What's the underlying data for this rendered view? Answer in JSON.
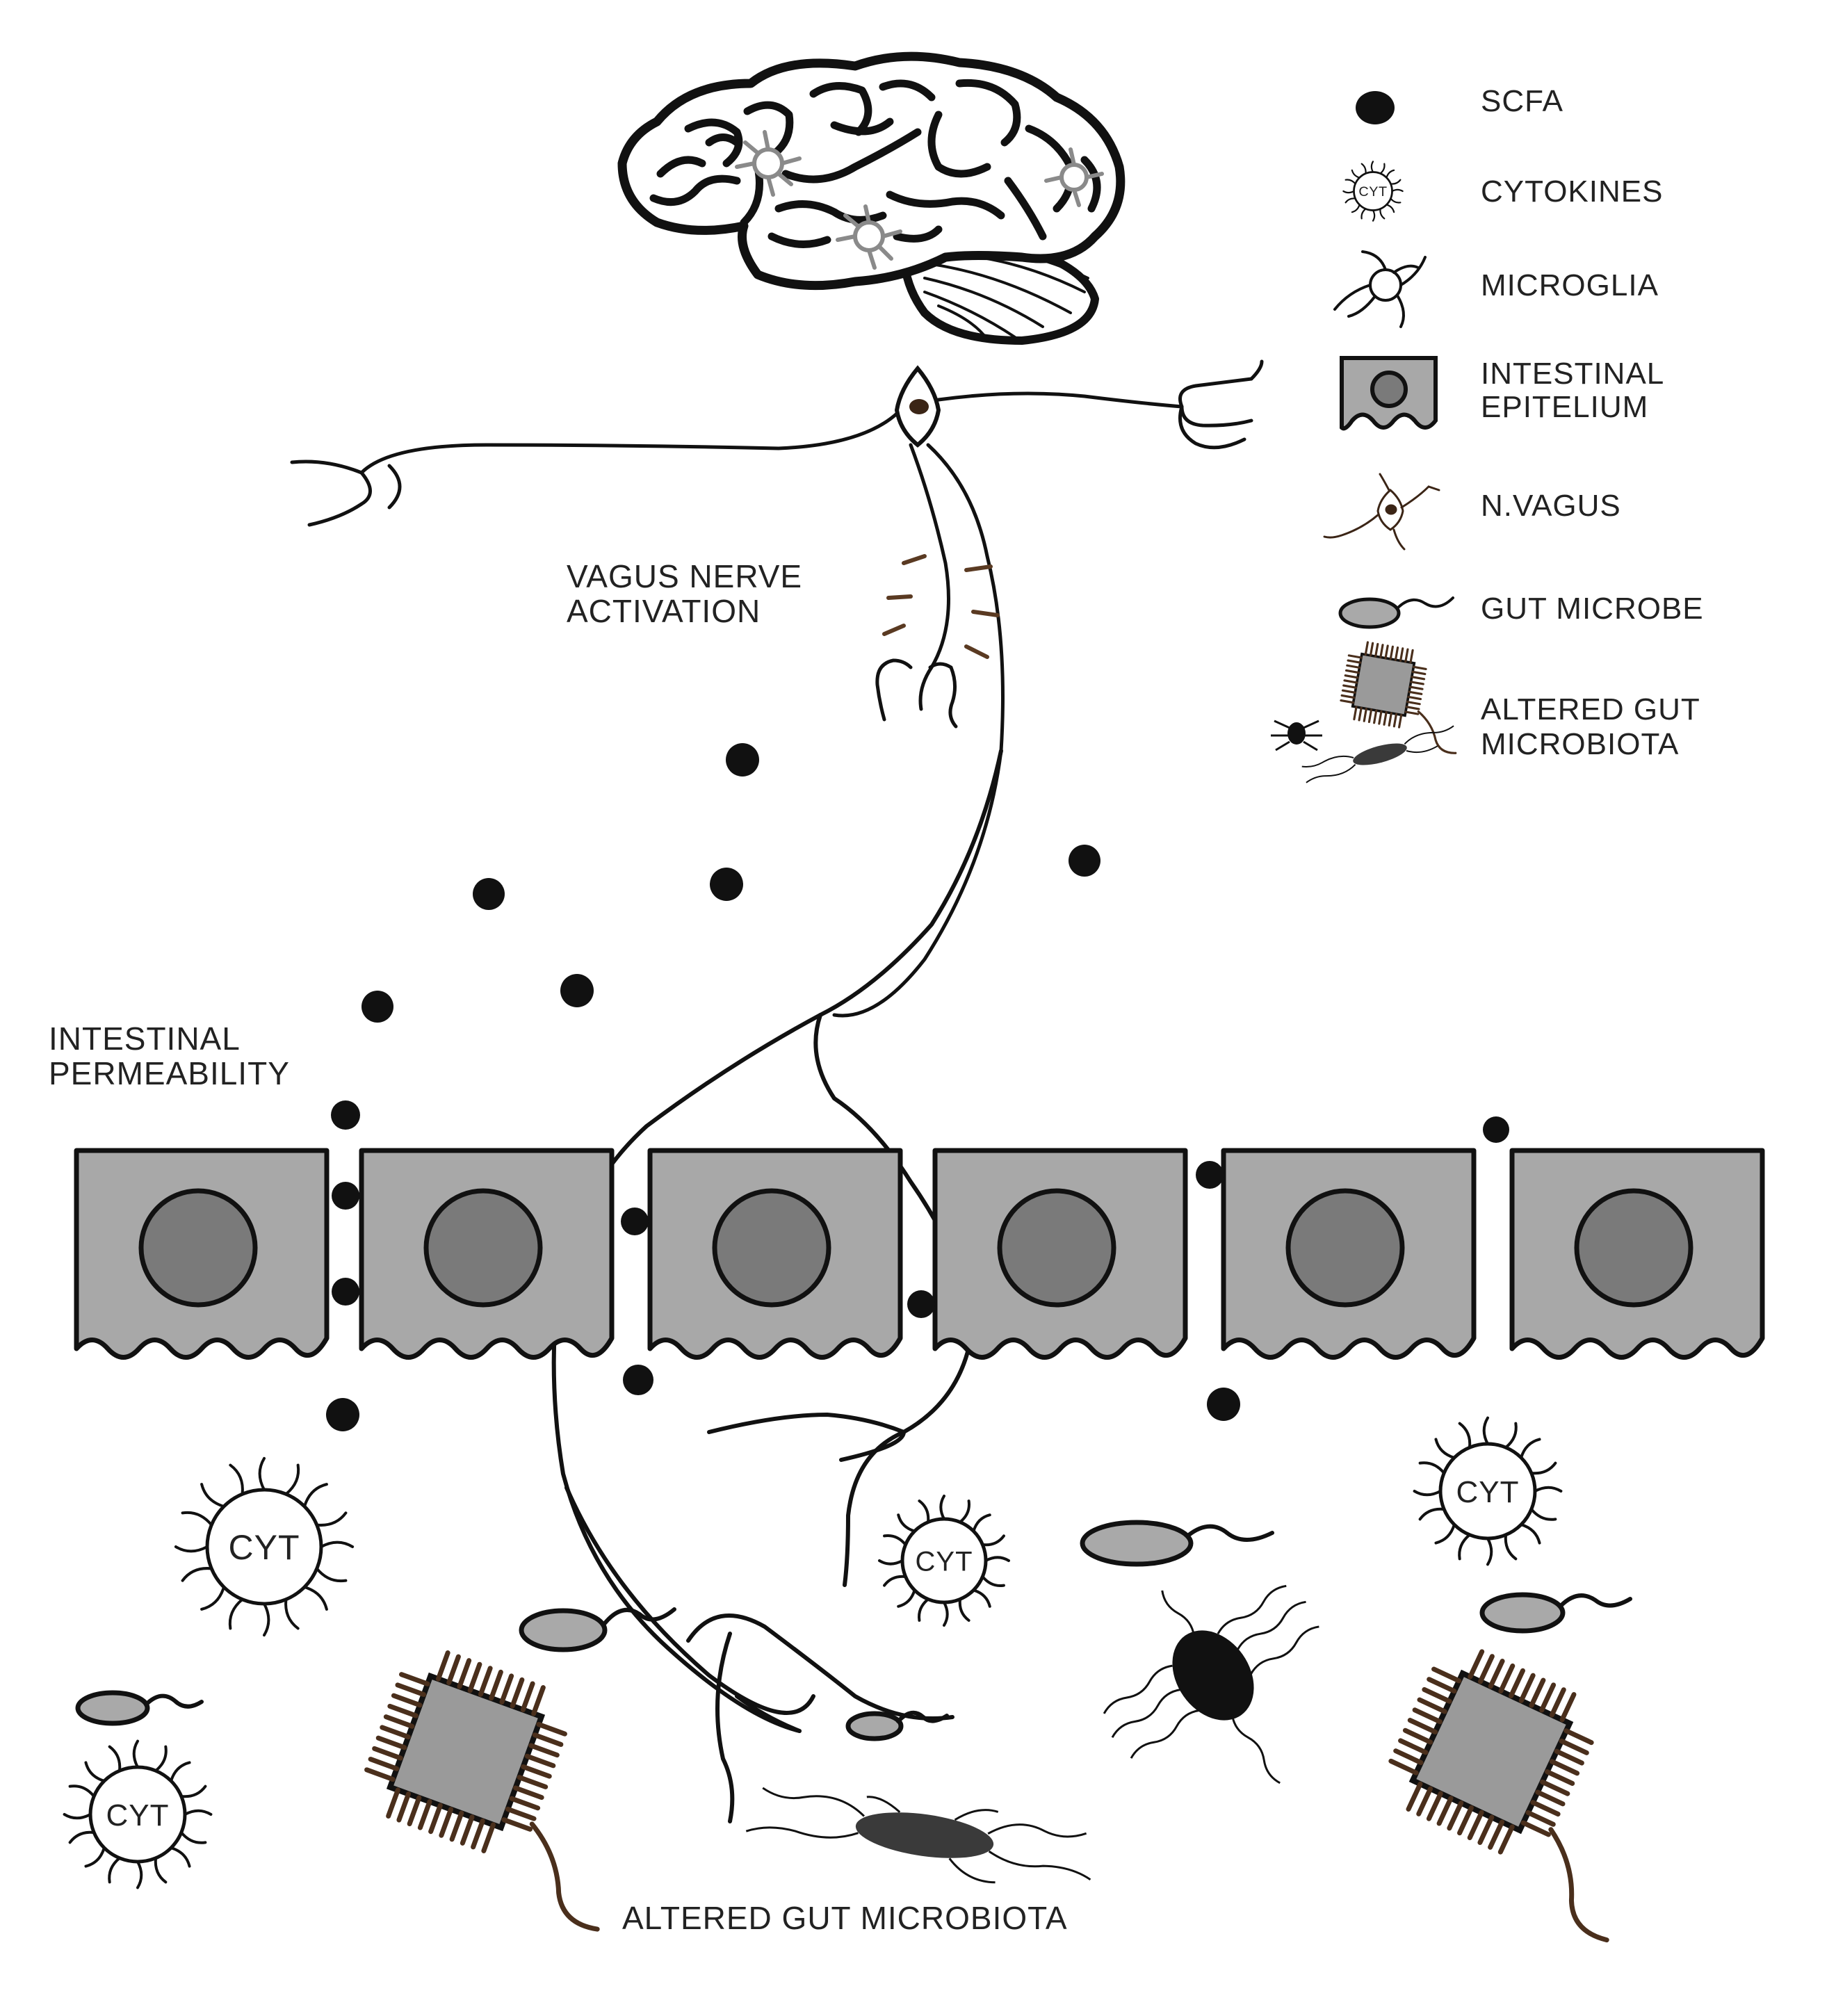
{
  "legend": {
    "scfa": "SCFA",
    "cytokines": "CYTOKINES",
    "microglia": "MICROGLIA",
    "epithelium_line1": "INTESTINAL",
    "epithelium_line2": "EPITELIUM",
    "nvagus": "N.VAGUS",
    "gut_microbe": "GUT MICROBE",
    "altered_line1": "ALTERED GUT",
    "altered_line2": "MICROBIOTA"
  },
  "labels": {
    "vagus_line1": "VAGUS NERVE",
    "vagus_line2": "ACTIVATION",
    "perm_line1": "INTESTINAL",
    "perm_line2": "PERMEABILITY",
    "bottom": "ALTERED GUT MICROBIOTA"
  },
  "cytokine_text": "CYT",
  "colors": {
    "ink": "#111111",
    "cell_fill": "#a8a8a8",
    "nucleus_fill": "#7a7a7a",
    "microbe_fill": "#a9a9a9",
    "chip_fill": "#9a9a9a",
    "chip_pins": "#4a2f1c",
    "dark_bacterium": "#3a3a3a",
    "neuron_nucleus": "#3b2516"
  }
}
